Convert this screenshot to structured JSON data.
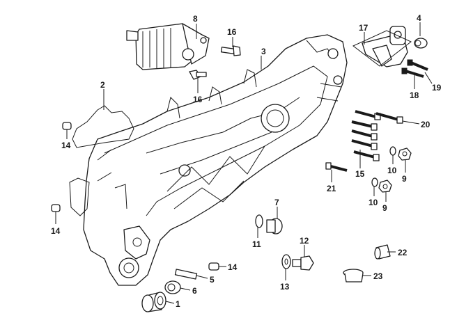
{
  "callouts": [
    {
      "id": "c1",
      "label": "1"
    },
    {
      "id": "c2",
      "label": "2"
    },
    {
      "id": "c3",
      "label": "3"
    },
    {
      "id": "c4",
      "label": "4"
    },
    {
      "id": "c5",
      "label": "5"
    },
    {
      "id": "c6",
      "label": "6"
    },
    {
      "id": "c7",
      "label": "7"
    },
    {
      "id": "c8",
      "label": "8"
    },
    {
      "id": "c9a",
      "label": "9"
    },
    {
      "id": "c9b",
      "label": "9"
    },
    {
      "id": "c10a",
      "label": "10"
    },
    {
      "id": "c10b",
      "label": "10"
    },
    {
      "id": "c11",
      "label": "11"
    },
    {
      "id": "c12",
      "label": "12"
    },
    {
      "id": "c13",
      "label": "13"
    },
    {
      "id": "c14a",
      "label": "14"
    },
    {
      "id": "c14b",
      "label": "14"
    },
    {
      "id": "c14c",
      "label": "14"
    },
    {
      "id": "c15",
      "label": "15"
    },
    {
      "id": "c16a",
      "label": "16"
    },
    {
      "id": "c16b",
      "label": "16"
    },
    {
      "id": "c17",
      "label": "17"
    },
    {
      "id": "c18",
      "label": "18"
    },
    {
      "id": "c19",
      "label": "19"
    },
    {
      "id": "c20",
      "label": "20"
    },
    {
      "id": "c21",
      "label": "21"
    },
    {
      "id": "c22",
      "label": "22"
    },
    {
      "id": "c23",
      "label": "23"
    }
  ]
}
